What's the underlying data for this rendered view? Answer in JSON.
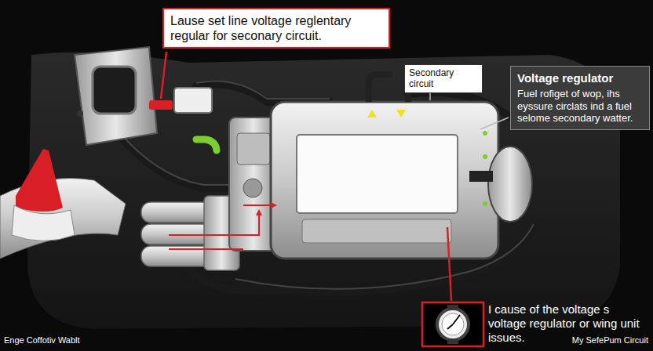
{
  "diagram": {
    "nodes": [
      {
        "text": [
          "Lause set line voltage reglentary regular for seconary circuit."
        ]
      },
      {
        "text": [
          "Secondary circuit"
        ]
      },
      {
        "text": [
          "Voltage regulator",
          "Fuel rofiget of wop, ihs eyssure circlats ind a fuel selome secondary watter."
        ]
      }
    ],
    "labels": [
      "I cause of the voltage s voltage regulator or wing unit issues.",
      "Enge Coffotiv Wablt",
      "My SefePum Circuit"
    ]
  }
}
